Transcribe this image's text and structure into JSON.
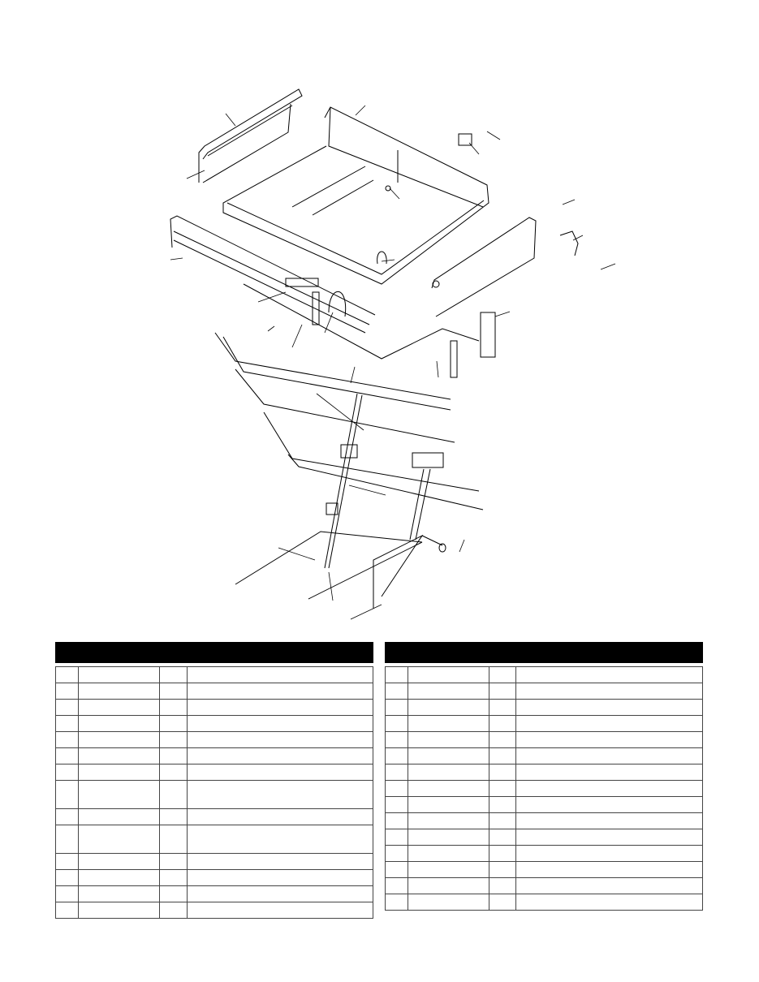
{
  "diagram": {
    "type": "exploded-parts-view",
    "line_color": "#000000",
    "callout_labels": []
  },
  "parts_tables": [
    {
      "header": "",
      "columns": 4,
      "row_heights": [
        1,
        1,
        1,
        1,
        1,
        1,
        1,
        2,
        1,
        2,
        1,
        1,
        1,
        1
      ],
      "rows": []
    },
    {
      "header": "",
      "columns": 4,
      "row_heights": [
        1,
        1,
        1,
        1,
        1,
        1,
        1,
        1,
        1,
        1,
        1,
        1,
        1,
        1,
        1
      ],
      "rows": []
    }
  ],
  "colors": {
    "header_bg": "#000000",
    "grid": "#444444"
  }
}
